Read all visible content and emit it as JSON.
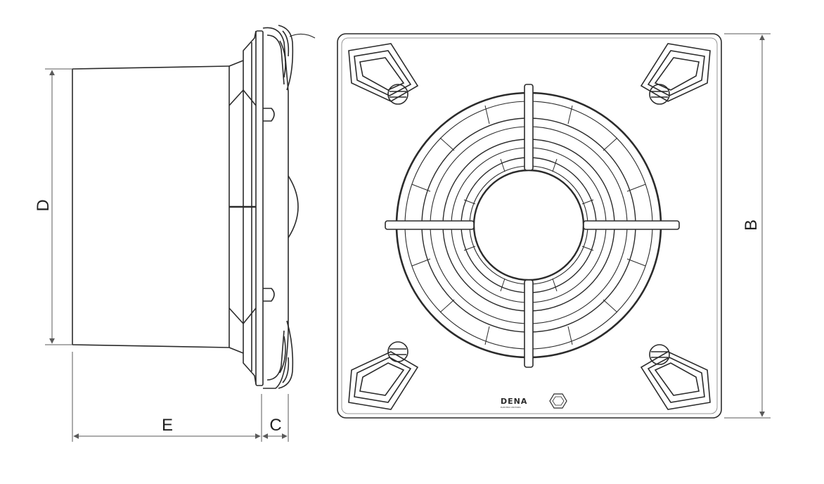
{
  "dimensions": {
    "D": "D",
    "E": "E",
    "C": "C",
    "B": "B"
  },
  "brand": {
    "name": "DENA",
    "tagline": "ELECTRIC MOTORS"
  },
  "colors": {
    "line": "#2b2b2b",
    "dimension": "#5a5a5a",
    "background": "#ffffff"
  }
}
